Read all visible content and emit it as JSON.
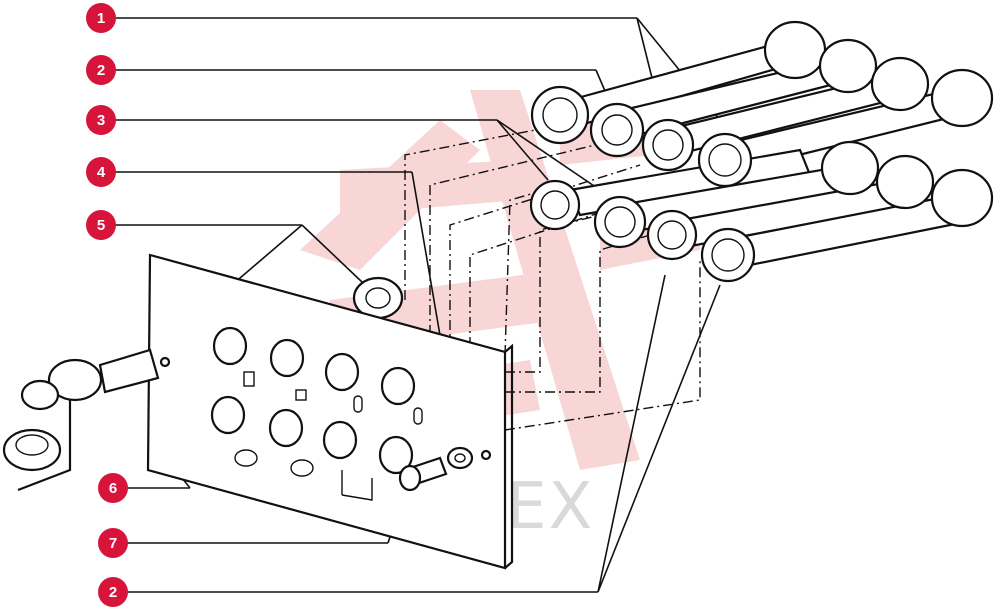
{
  "callouts": [
    {
      "id": "callout-1",
      "label": "1"
    },
    {
      "id": "callout-2-top",
      "label": "2"
    },
    {
      "id": "callout-3",
      "label": "3"
    },
    {
      "id": "callout-4",
      "label": "4"
    },
    {
      "id": "callout-5",
      "label": "5"
    },
    {
      "id": "callout-6",
      "label": "6"
    },
    {
      "id": "callout-7",
      "label": "7"
    },
    {
      "id": "callout-2-bottom",
      "label": "2"
    }
  ],
  "watermark": {
    "text": "ИНТЕХ"
  },
  "colors": {
    "callout_fill": "#d7143a",
    "watermark_logo": "#f6c9c9",
    "line": "#111111"
  }
}
